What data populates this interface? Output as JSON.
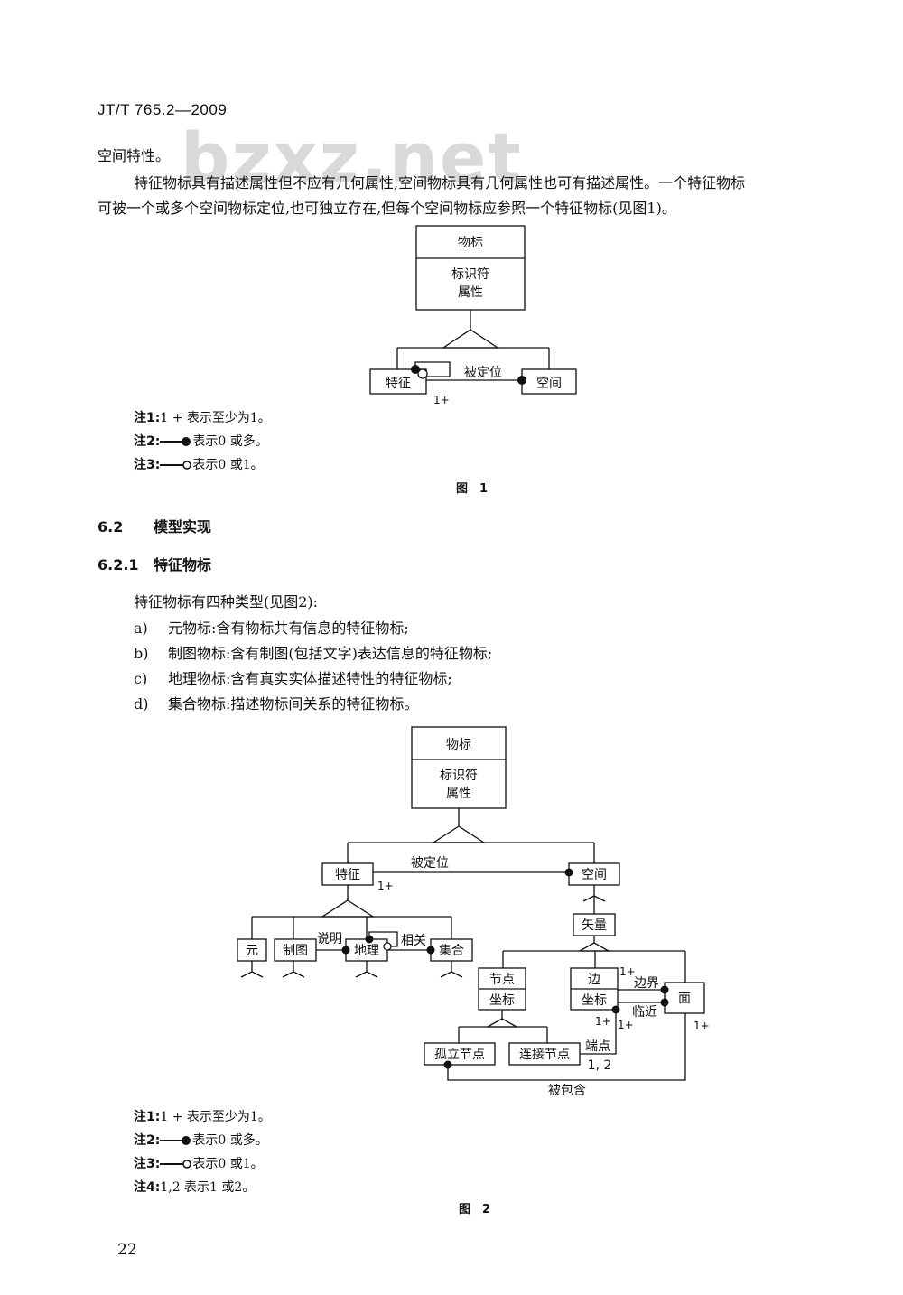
{
  "header": {
    "doc_id": "JT/T 765.2—2009",
    "watermark": "bzxz.net"
  },
  "intro": {
    "line1": "空间特性。",
    "line2": "特征物标具有描述属性但不应有几何属性,空间物标具有几何属性也可有描述属性。一个特征物标",
    "line3": "可被一个或多个空间物标定位,也可独立存在,但每个空间物标应参照一个特征物标(见图1)。"
  },
  "fig1": {
    "top_title": "物标",
    "top_attr1": "标识符",
    "top_attr2": "属性",
    "feature": "特征",
    "spatial": "空间",
    "assoc": "被定位",
    "mult": "1+",
    "notes": [
      {
        "label": "注1:",
        "text": "1 + 表示至少为1。"
      },
      {
        "label": "注2:",
        "text": "表示0 或多。"
      },
      {
        "label": "注3:",
        "text": "表示0 或1。"
      }
    ],
    "caption": "图　1"
  },
  "section_6_2": {
    "num": "6.2",
    "title": "模型实现"
  },
  "section_6_2_1": {
    "num": "6.2.1",
    "title": "特征物标"
  },
  "types_intro": "特征物标有四种类型(见图2):",
  "types": [
    {
      "marker": "a)",
      "text": "元物标:含有物标共有信息的特征物标;"
    },
    {
      "marker": "b)",
      "text": "制图物标:含有制图(包括文字)表达信息的特征物标;"
    },
    {
      "marker": "c)",
      "text": "地理物标:含有真实实体描述特性的特征物标;"
    },
    {
      "marker": "d)",
      "text": "集合物标:描述物标间关系的特征物标。"
    }
  ],
  "fig2": {
    "top_title": "物标",
    "top_attr1": "标识符",
    "top_attr2": "属性",
    "feature": "特征",
    "spatial": "空间",
    "assoc": "被定位",
    "mult_feature": "1+",
    "meta": "元",
    "carto": "制图",
    "geo": "地理",
    "collection": "集合",
    "explain": "说明",
    "related": "相关",
    "vector": "矢量",
    "node": "节点",
    "node_attr": "坐标",
    "edge": "边",
    "edge_attr": "坐标",
    "face": "面",
    "boundary": "边界",
    "adjacent": "临近",
    "isolated_node": "孤立节点",
    "connected_node": "连接节点",
    "endpoint": "端点",
    "one_two": "1, 2",
    "contained": "被包含",
    "mult_edge_top": "1+",
    "mult_edge_bottom": "1+",
    "mult_edge_bottom2": "1+",
    "mult_face": "1+",
    "notes": [
      {
        "label": "注1:",
        "text": "1 + 表示至少为1。"
      },
      {
        "label": "注2:",
        "text": "表示0 或多。"
      },
      {
        "label": "注3:",
        "text": "表示0 或1。"
      },
      {
        "label": "注4:",
        "text": "1,2 表示1 或2。"
      }
    ],
    "caption": "图　2"
  },
  "page_number": "22"
}
